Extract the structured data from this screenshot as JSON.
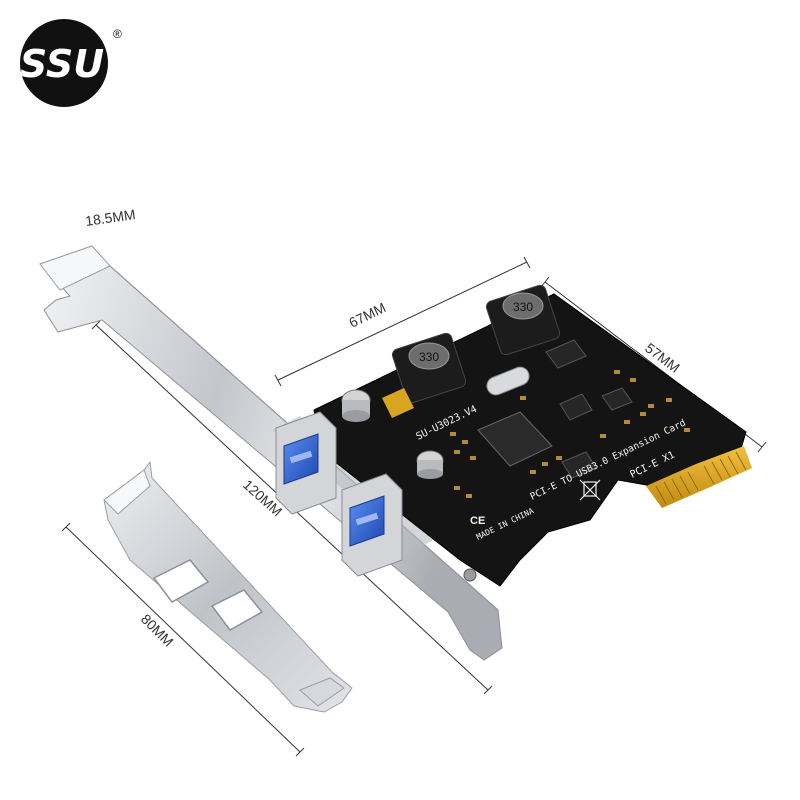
{
  "brand": {
    "logo_text": "SSU",
    "registered_mark": "®",
    "colors": {
      "logo_bg": "#111111",
      "logo_fg": "#ffffff"
    }
  },
  "dimensions": {
    "bracket_height": "18.5MM",
    "card_width": "67MM",
    "card_depth": "57MM",
    "full_bracket_length": "120MM",
    "low_profile_length": "80MM"
  },
  "pcb": {
    "model": "SU-U3023.V4",
    "title": "PCI-E TO USB3.0 Expansion Card",
    "interface": "PCI-E X1",
    "made_in": "MADE IN CHINA",
    "inductor_label": "330",
    "ce_mark": "CE",
    "colors": {
      "board": "#141414",
      "gold": "#d9a520",
      "port": "#2a5fd6",
      "bracket": "#c9ccd0"
    }
  }
}
